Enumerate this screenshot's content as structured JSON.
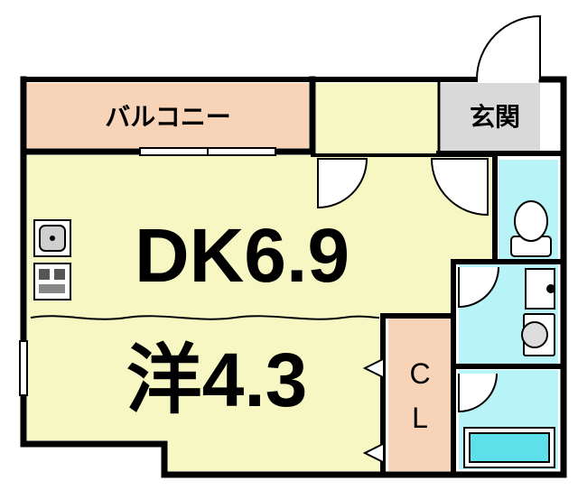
{
  "floor_plan": {
    "rooms": {
      "dk_main": "DK6.9",
      "western": "洋4.3",
      "balcony": "バルコニー",
      "entrance": "玄関",
      "closet_c": "C",
      "closet_l": "L"
    },
    "colors": {
      "dk_floor": "#f7f7c4",
      "balcony": "#f7d3b7",
      "entrance_hall": "#f7f7c4",
      "genkan": "#d9d9d9",
      "closet": "#f7d3b7",
      "wet_area": "#b8f3f7",
      "wall": "#000000"
    }
  }
}
